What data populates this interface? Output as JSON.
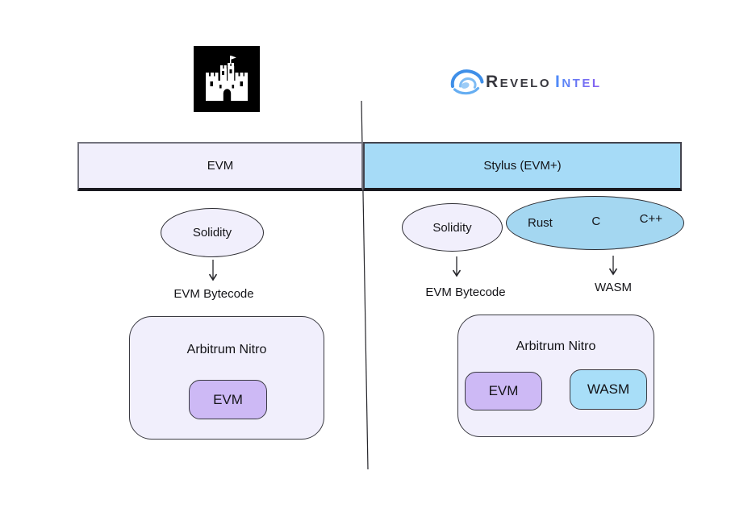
{
  "branding": {
    "revelo_wordmark_primary": "Revelo",
    "revelo_wordmark_secondary": "Intel"
  },
  "headers": {
    "evm": "EVM",
    "stylus": "Stylus (EVM+)"
  },
  "evm_column": {
    "language": "Solidity",
    "compiled_output": "EVM Bytecode",
    "runtime": "Arbitrum Nitro",
    "vms": [
      "EVM"
    ]
  },
  "stylus_column": {
    "evm_language": "Solidity",
    "wasm_languages": [
      "Rust",
      "C",
      "C++"
    ],
    "compiled_output_evm": "EVM Bytecode",
    "compiled_output_wasm": "WASM",
    "runtime": "Arbitrum Nitro",
    "vms": [
      "EVM",
      "WASM"
    ]
  },
  "colors": {
    "lavender_fill": "#f1effc",
    "header_blue_fill": "#a6dbf7",
    "ellipse_blue_fill": "#a4d7f1",
    "wasm_blue_fill": "#a8def8",
    "purple_fill": "#cdb9f5",
    "outline": "#2d2d33",
    "logo_background": "#000000",
    "brand_text_dark": "#38383f",
    "brand_gradient_start": "#4e8df8",
    "brand_gradient_end": "#8a5cf0"
  }
}
